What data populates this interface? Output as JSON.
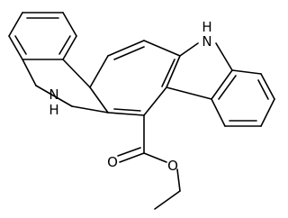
{
  "molecule": {
    "atoms": {
      "nh_upper": "H\nN",
      "nh_lower": "N\nH",
      "carbonyl_oxygen": "O",
      "ester_oxygen": "O"
    }
  },
  "colors": {
    "bond": "#000000",
    "background": "#ffffff"
  }
}
